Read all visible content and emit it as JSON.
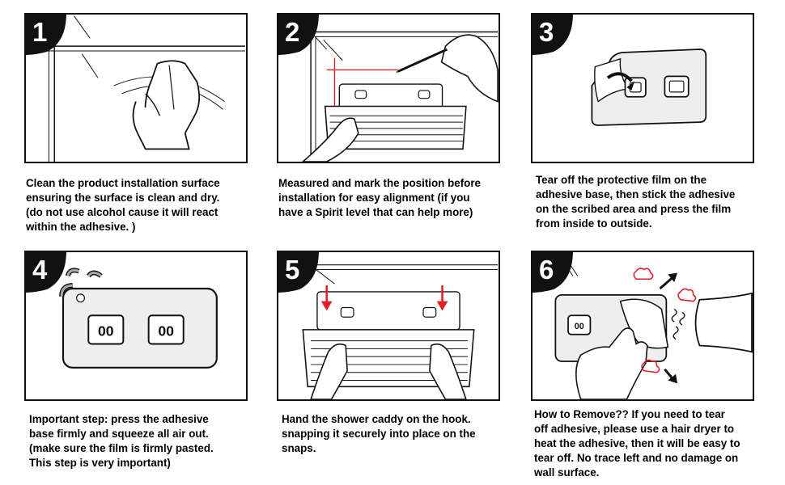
{
  "steps": [
    {
      "number": "1",
      "caption": "Clean the product installation surface\nensuring the surface is clean and dry.\n(do not use alcohol cause it will react\n within the adhesive. )"
    },
    {
      "number": "2",
      "caption": "Measured and mark the position before\ninstallation for easy alignment  (if you\nhave a Spirit level that can help more)"
    },
    {
      "number": "3",
      "caption": "Tear off the protective film on the\nadhesive base, then stick the adhesive\non the scribed area and press the film\nfrom inside to outside."
    },
    {
      "number": "4",
      "caption": "Important step: press the adhesive\nbase firmly and squeeze all air out.\n(make sure the film is firmly pasted.\nThis step is very important)"
    },
    {
      "number": "5",
      "caption": "Hand the shower caddy on the hook.\nsnapping it securely into place on the\nsnaps."
    },
    {
      "number": "6",
      "caption": "How to Remove?? If you need to tear\noff adhesive, please use a hair dryer to\nheat the adhesive, then it will be easy to\ntear off. No trace left and no damage on\nwall surface."
    }
  ],
  "colors": {
    "border": "#111111",
    "badge": "#111111",
    "accent_red": "#e41e25",
    "panel_grey": "#eeeeee"
  }
}
